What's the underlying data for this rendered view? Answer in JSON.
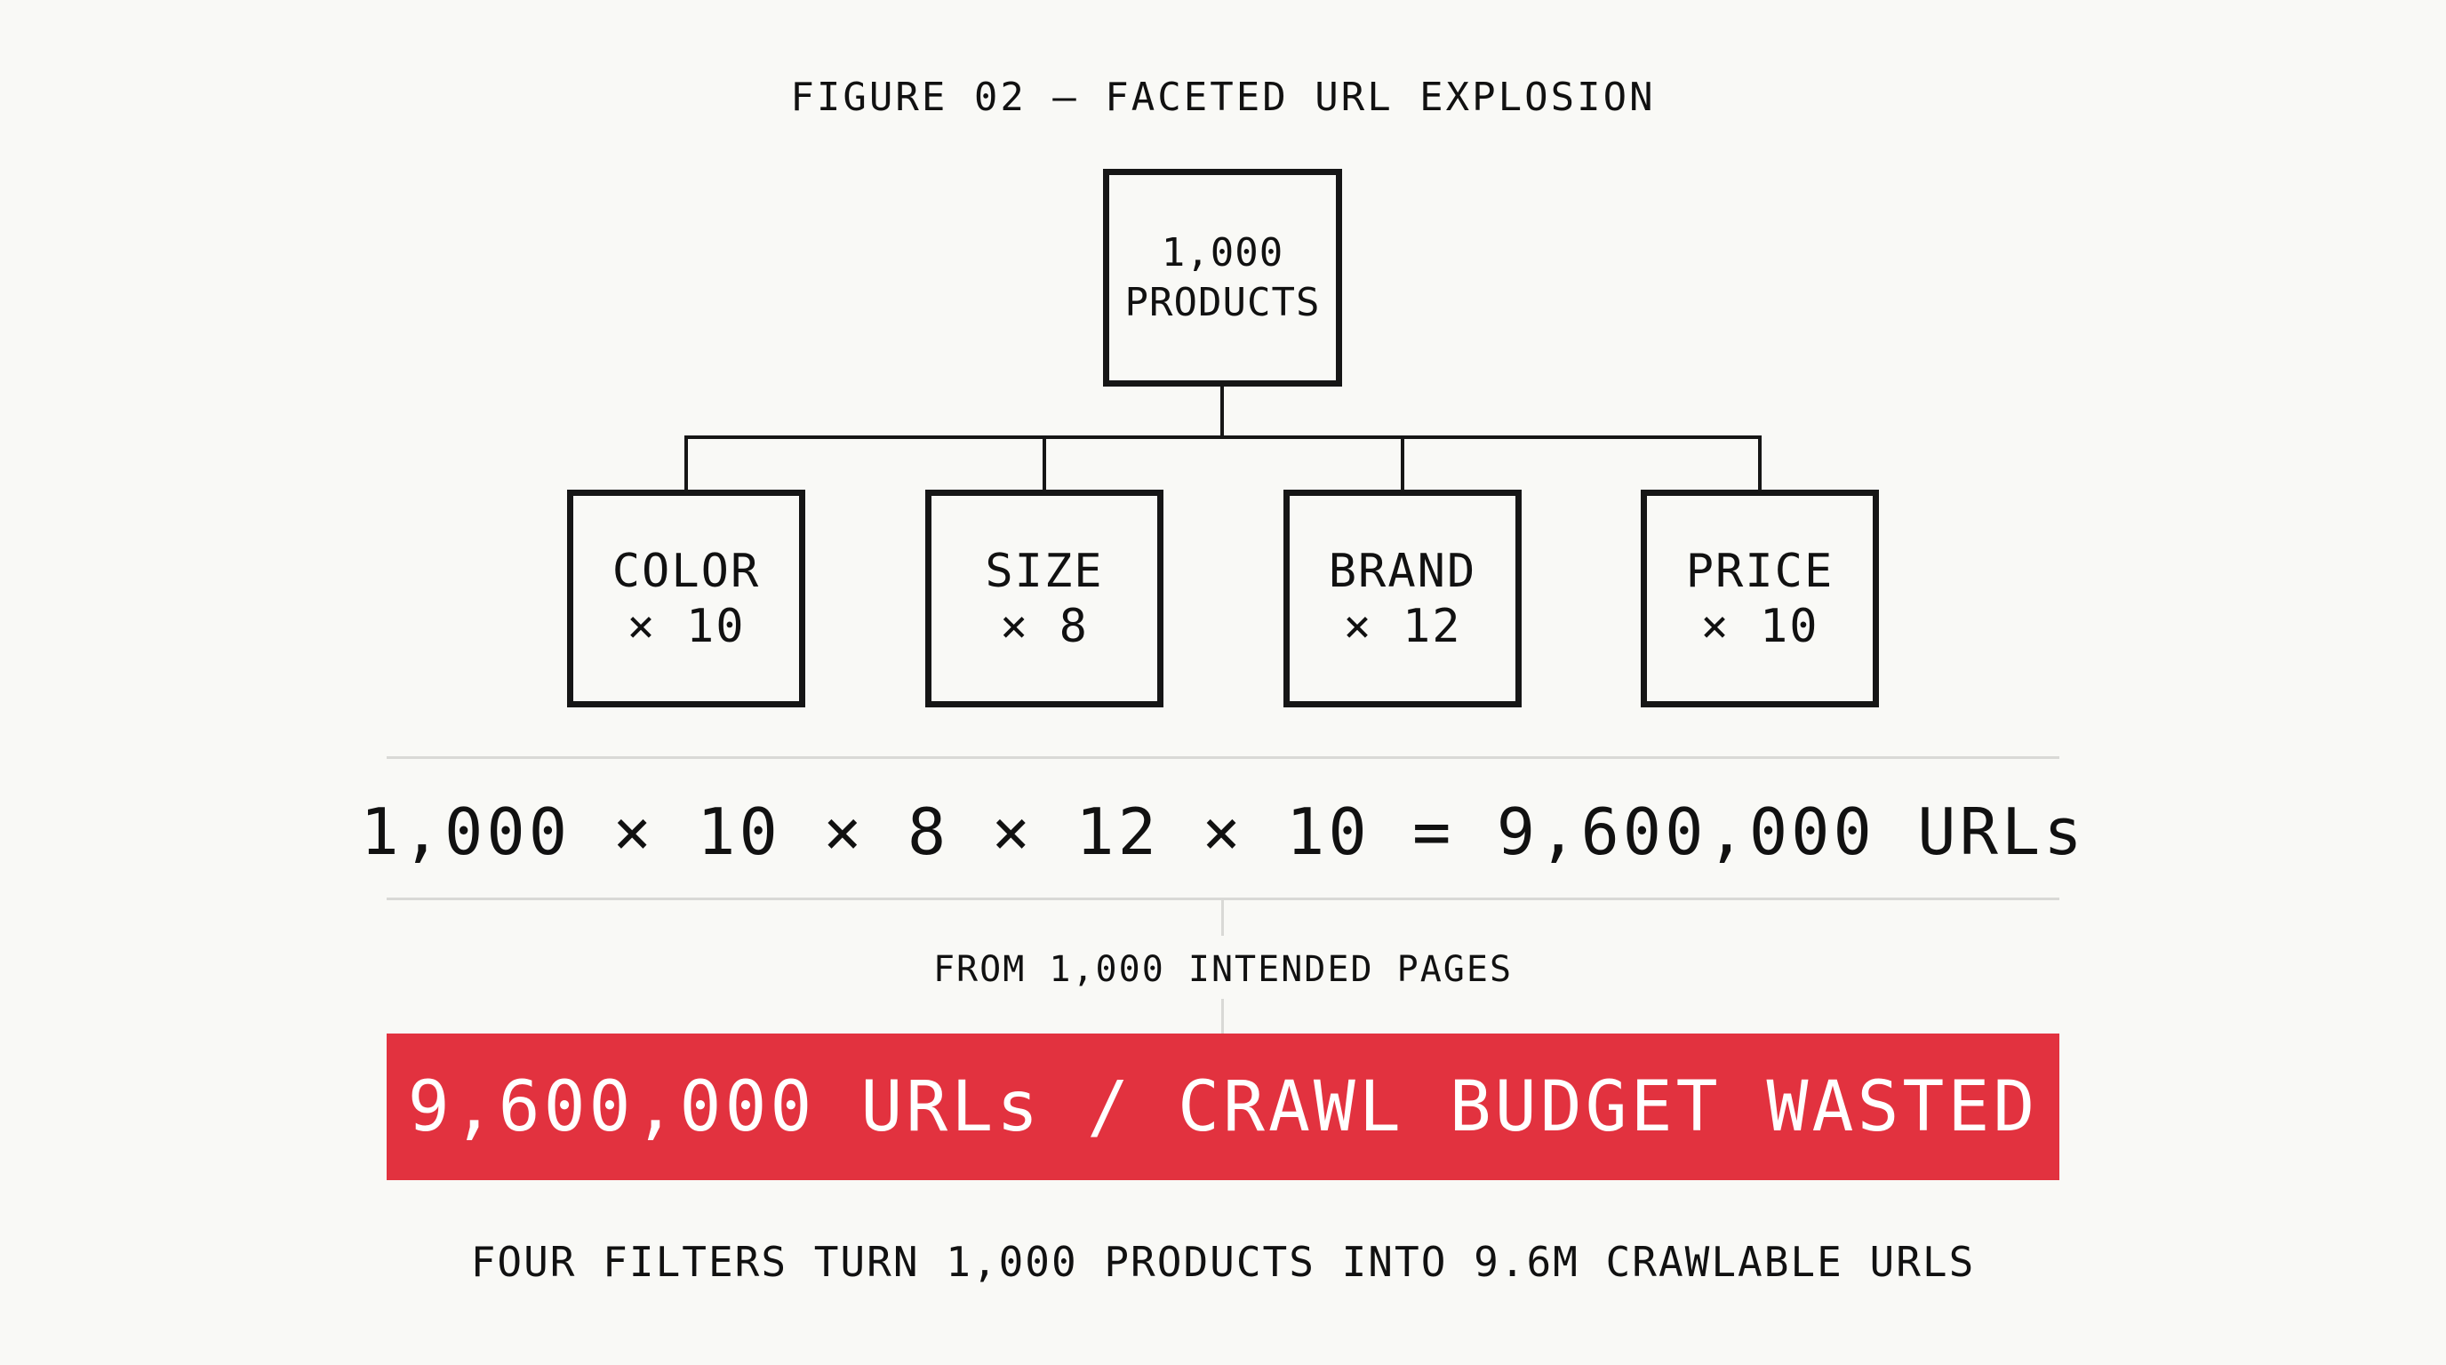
{
  "figure_title": "FIGURE 02 — FACETED URL EXPLOSION",
  "root": {
    "line1": "1,000",
    "line2": "PRODUCTS"
  },
  "facets": [
    {
      "name": "COLOR",
      "multiplier": "× 10"
    },
    {
      "name": "SIZE",
      "multiplier": "× 8"
    },
    {
      "name": "BRAND",
      "multiplier": "× 12"
    },
    {
      "name": "PRICE",
      "multiplier": "× 10"
    }
  ],
  "equation": "1,000 × 10 × 8 × 12 × 10 = 9,600,000 URLs",
  "equation_note": "FROM 1,000 INTENDED PAGES",
  "banner": {
    "text": "9,600,000 URLs / CRAWL BUDGET WASTED",
    "color": "#e2323f"
  },
  "caption": "FOUR FILTERS TURN 1,000 PRODUCTS INTO 9.6M CRAWLABLE URLS"
}
